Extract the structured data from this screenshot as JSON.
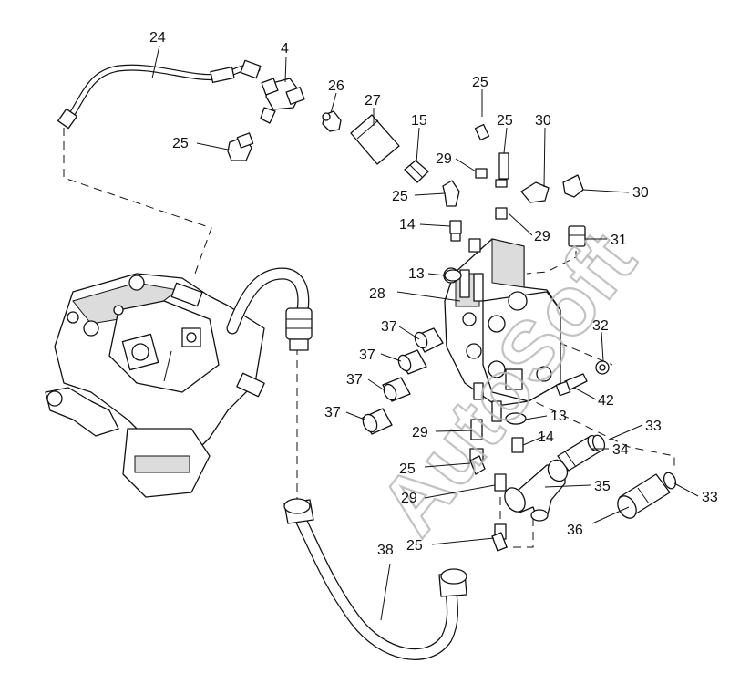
{
  "watermark": "AutoSoft",
  "callouts": [
    "24",
    "4",
    "26",
    "27",
    "15",
    "25",
    "25",
    "25",
    "29",
    "30",
    "30",
    "25",
    "14",
    "29",
    "31",
    "13",
    "28",
    "32",
    "37",
    "37",
    "37",
    "37",
    "42",
    "29",
    "13",
    "14",
    "33",
    "34",
    "25",
    "35",
    "29",
    "33",
    "36",
    "25",
    "38"
  ]
}
